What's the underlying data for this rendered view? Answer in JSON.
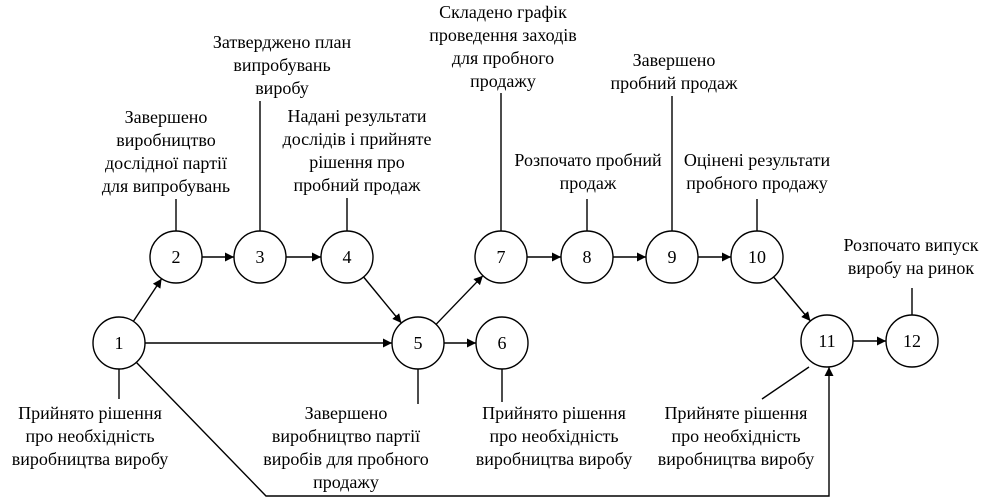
{
  "diagram": {
    "nodes": [
      {
        "id": 1,
        "label": "1"
      },
      {
        "id": 2,
        "label": "2"
      },
      {
        "id": 3,
        "label": "3"
      },
      {
        "id": 4,
        "label": "4"
      },
      {
        "id": 5,
        "label": "5"
      },
      {
        "id": 6,
        "label": "6"
      },
      {
        "id": 7,
        "label": "7"
      },
      {
        "id": 8,
        "label": "8"
      },
      {
        "id": 9,
        "label": "9"
      },
      {
        "id": 10,
        "label": "10"
      },
      {
        "id": 11,
        "label": "11"
      },
      {
        "id": 12,
        "label": "12"
      }
    ],
    "edges": [
      {
        "from": 1,
        "to": 2
      },
      {
        "from": 1,
        "to": 5
      },
      {
        "from": 1,
        "to": 11
      },
      {
        "from": 2,
        "to": 3
      },
      {
        "from": 3,
        "to": 4
      },
      {
        "from": 4,
        "to": 5
      },
      {
        "from": 5,
        "to": 6
      },
      {
        "from": 5,
        "to": 7
      },
      {
        "from": 7,
        "to": 8
      },
      {
        "from": 8,
        "to": 9
      },
      {
        "from": 9,
        "to": 10
      },
      {
        "from": 10,
        "to": 11
      },
      {
        "from": 11,
        "to": 12
      }
    ],
    "events": {
      "e1": [
        "Прийнято рішення",
        "про необхідність",
        "виробництва виробу"
      ],
      "e2": [
        "Завершено",
        "виробництво",
        "дослідної партії",
        "для випробувань"
      ],
      "e3": [
        "Затверджено план",
        "випробувань",
        "виробу"
      ],
      "e4": [
        "Надані результати",
        "дослідів і прийняте",
        "рішення про",
        "пробний продаж"
      ],
      "e5": [
        "Завершено",
        "виробництво партії",
        "виробів для пробного",
        "продажу"
      ],
      "e6": [
        "Прийнято рішення",
        "про необхідність",
        "виробництва виробу"
      ],
      "e7": [
        "Складено графік",
        "проведення заходів",
        "для пробного",
        "продажу"
      ],
      "e8": [
        "Розпочато пробний",
        "продаж"
      ],
      "e9": [
        "Завершено",
        "пробний продаж"
      ],
      "e10": [
        "Оцінені результати",
        "пробного продажу"
      ],
      "e11": [
        "Прийняте рішення",
        "про необхідність",
        "виробництва виробу"
      ],
      "e12": [
        "Розпочато випуск",
        "виробу на ринок"
      ]
    }
  }
}
